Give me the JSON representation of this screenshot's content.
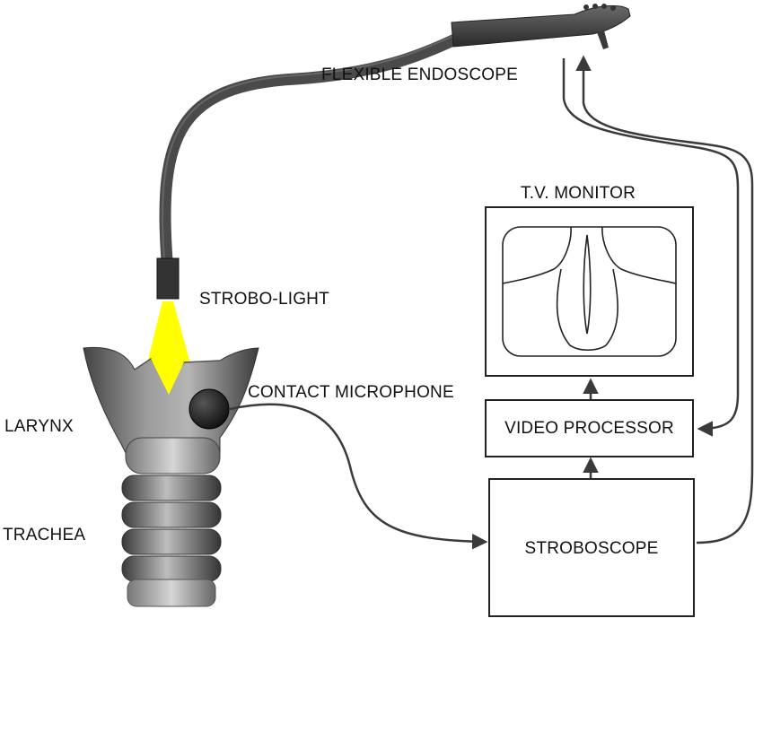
{
  "labels": {
    "flexible_endoscope": "FLEXIBLE ENDOSCOPE",
    "strobo_light": "STROBO-LIGHT",
    "contact_microphone": "CONTACT MICROPHONE",
    "larynx": "LARYNX",
    "trachea": "TRACHEA",
    "tv_monitor": "T.V. MONITOR"
  },
  "boxes": {
    "video_processor": "VIDEO PROCESSOR",
    "stroboscope": "STROBOSCOPE"
  },
  "colors": {
    "line": "#3a3a3a",
    "light_beam": "#ffff00",
    "endoscope": "#4a4a4a"
  }
}
